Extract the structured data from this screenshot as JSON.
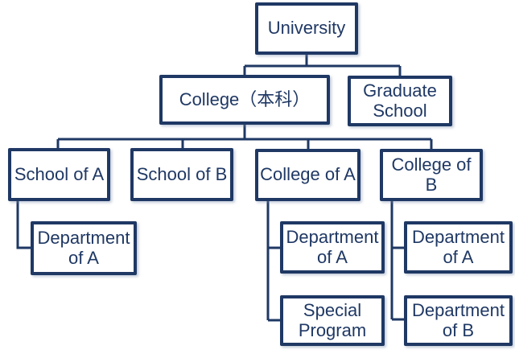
{
  "diagram": {
    "type": "org-chart",
    "title": "University organization chart",
    "accent_color": "#1F3864",
    "background_color": "#FFFFFF",
    "nodes": {
      "university": {
        "label": "University"
      },
      "college": {
        "label": "College（本科）"
      },
      "graduate_school": {
        "label": "Graduate School"
      },
      "school_of_a": {
        "label": "School of A"
      },
      "school_of_b": {
        "label": "School of B"
      },
      "college_of_a": {
        "label": "College of A"
      },
      "college_of_b": {
        "label": "College of B"
      },
      "dept_a_school_a": {
        "label": "Department of A"
      },
      "dept_a_college_a": {
        "label": "Department of A"
      },
      "special_program": {
        "label": "Special Program"
      },
      "dept_a_college_b": {
        "label": "Department of A"
      },
      "dept_b_college_b": {
        "label": "Department of B"
      }
    },
    "edges": [
      {
        "from": "university",
        "to": "college"
      },
      {
        "from": "university",
        "to": "graduate_school"
      },
      {
        "from": "college",
        "to": "school_of_a"
      },
      {
        "from": "college",
        "to": "school_of_b"
      },
      {
        "from": "college",
        "to": "college_of_a"
      },
      {
        "from": "college",
        "to": "college_of_b"
      },
      {
        "from": "school_of_a",
        "to": "dept_a_school_a"
      },
      {
        "from": "college_of_a",
        "to": "dept_a_college_a"
      },
      {
        "from": "college_of_a",
        "to": "special_program"
      },
      {
        "from": "college_of_b",
        "to": "dept_a_college_b"
      },
      {
        "from": "college_of_b",
        "to": "dept_b_college_b"
      }
    ]
  }
}
